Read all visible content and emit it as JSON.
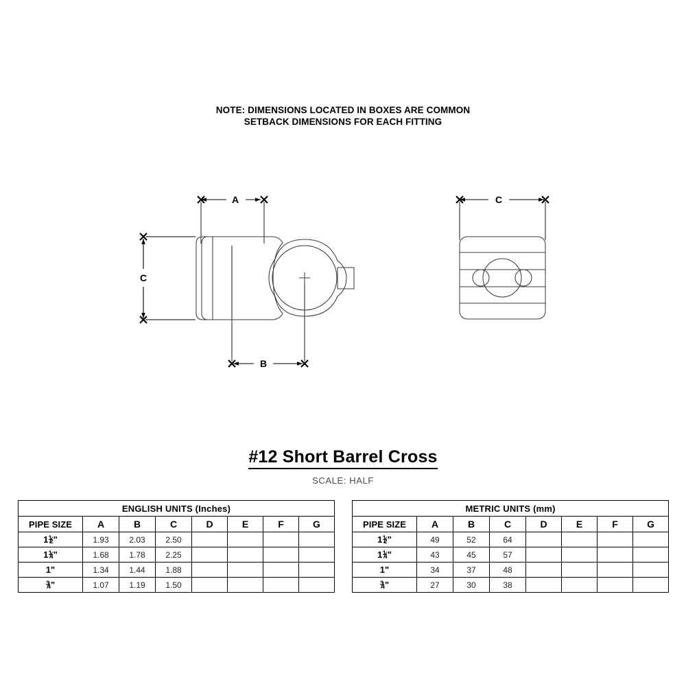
{
  "note": {
    "line1": "NOTE: DIMENSIONS LOCATED IN BOXES ARE COMMON",
    "line2": "SETBACK DIMENSIONS FOR EACH FITTING"
  },
  "title": {
    "name": "#12 Short Barrel Cross",
    "scale": "SCALE:  HALF"
  },
  "drawing": {
    "side_view": {
      "dim_a_label": "A",
      "dim_b_label": "B",
      "dim_c_label": "C"
    },
    "end_view": {
      "dim_c_label": "C"
    },
    "line_color": "#000000",
    "outline_color": "#3a3a3a"
  },
  "tables": {
    "english": {
      "title": "ENGLISH UNITS (Inches)",
      "columns": [
        "PIPE SIZE",
        "A",
        "B",
        "C",
        "D",
        "E",
        "F",
        "G"
      ],
      "rows": [
        {
          "size_whole": "1",
          "size_num": "1",
          "size_den": "2",
          "size_plain": "",
          "values": [
            "1.93",
            "2.03",
            "2.50",
            "",
            "",
            "",
            ""
          ]
        },
        {
          "size_whole": "1",
          "size_num": "1",
          "size_den": "4",
          "size_plain": "",
          "values": [
            "1.68",
            "1.78",
            "2.25",
            "",
            "",
            "",
            ""
          ]
        },
        {
          "size_whole": "",
          "size_num": "",
          "size_den": "",
          "size_plain": "1\"",
          "values": [
            "1.34",
            "1.44",
            "1.88",
            "",
            "",
            "",
            ""
          ]
        },
        {
          "size_whole": "",
          "size_num": "3",
          "size_den": "4",
          "size_plain": "",
          "values": [
            "1.07",
            "1.19",
            "1.50",
            "",
            "",
            "",
            ""
          ]
        }
      ]
    },
    "metric": {
      "title": "METRIC UNITS (mm)",
      "columns": [
        "PIPE SIZE",
        "A",
        "B",
        "C",
        "D",
        "E",
        "F",
        "G"
      ],
      "rows": [
        {
          "size_whole": "1",
          "size_num": "1",
          "size_den": "2",
          "size_plain": "",
          "values": [
            "49",
            "52",
            "64",
            "",
            "",
            "",
            ""
          ]
        },
        {
          "size_whole": "1",
          "size_num": "1",
          "size_den": "4",
          "size_plain": "",
          "values": [
            "43",
            "45",
            "57",
            "",
            "",
            "",
            ""
          ]
        },
        {
          "size_whole": "",
          "size_num": "",
          "size_den": "",
          "size_plain": "1\"",
          "values": [
            "34",
            "37",
            "48",
            "",
            "",
            "",
            ""
          ]
        },
        {
          "size_whole": "",
          "size_num": "3",
          "size_den": "4",
          "size_plain": "",
          "values": [
            "27",
            "30",
            "38",
            "",
            "",
            "",
            ""
          ]
        }
      ]
    }
  }
}
